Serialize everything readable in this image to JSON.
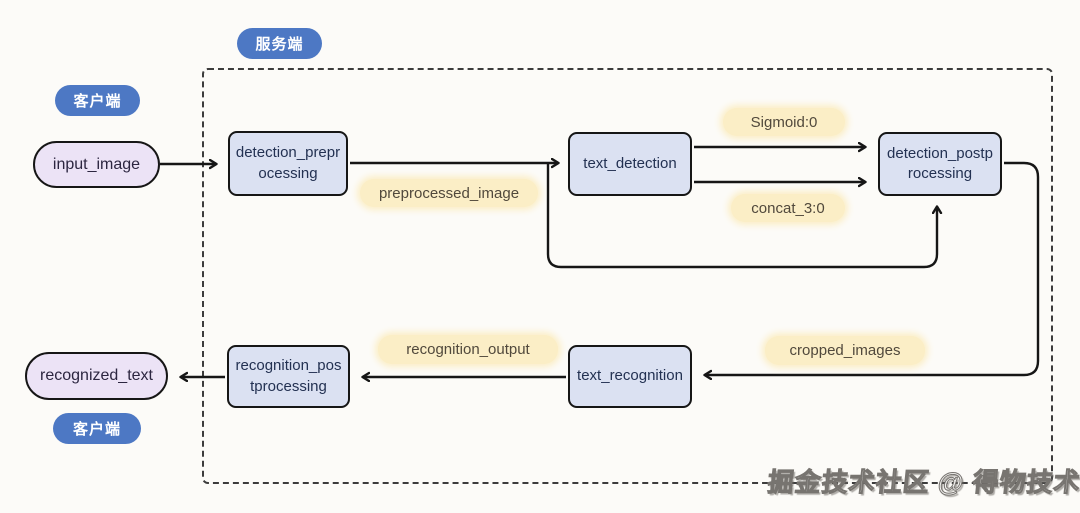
{
  "badges": {
    "server": "服务端",
    "client_top": "客户端",
    "client_bottom": "客户端"
  },
  "nodes": {
    "input_image": {
      "label": "input_image"
    },
    "detection_preprocessing": {
      "lines": [
        "detection_prepr",
        "ocessing"
      ]
    },
    "text_detection": {
      "label": "text_detection"
    },
    "detection_postprocessing": {
      "lines": [
        "detection_postp",
        "rocessing"
      ]
    },
    "text_recognition": {
      "label": "text_recognition"
    },
    "recognition_postprocessing": {
      "lines": [
        "recognition_pos",
        "tprocessing"
      ]
    },
    "recognized_text": {
      "label": "recognized_text"
    }
  },
  "edge_labels": {
    "preprocessed_image": "preprocessed_image",
    "sigmoid": "Sigmoid:0",
    "concat": "concat_3:0",
    "recognition_output": "recognition_output",
    "cropped_images": "cropped_images"
  },
  "watermark": {
    "text": "掘金技术社区 @ 得物技术"
  },
  "colors": {
    "badge_blue": "#4d78c4",
    "node_fill": "#dbe1f2",
    "terminal_fill": "#ece3f6",
    "label_highlight": "#fbeec6",
    "line": "#161616",
    "background": "#fcfbf8"
  }
}
